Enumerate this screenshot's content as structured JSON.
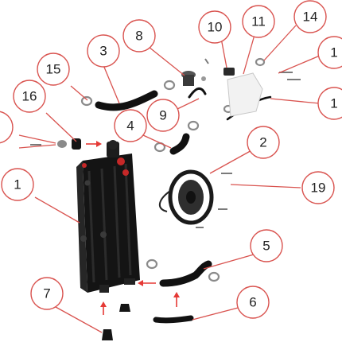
{
  "diagram": {
    "callouts": [
      {
        "id": "c1",
        "label": "1"
      },
      {
        "id": "c2",
        "label": "2"
      },
      {
        "id": "c3",
        "label": "3"
      },
      {
        "id": "c4",
        "label": "4"
      },
      {
        "id": "c5",
        "label": "5"
      },
      {
        "id": "c6",
        "label": "6"
      },
      {
        "id": "c7",
        "label": "7"
      },
      {
        "id": "c8",
        "label": "8"
      },
      {
        "id": "c9",
        "label": "9"
      },
      {
        "id": "c10",
        "label": "10"
      },
      {
        "id": "c11",
        "label": "11"
      },
      {
        "id": "c14",
        "label": "14"
      },
      {
        "id": "c15",
        "label": "15"
      },
      {
        "id": "c16",
        "label": "16"
      },
      {
        "id": "c19",
        "label": "19"
      },
      {
        "id": "c12",
        "label": "1"
      },
      {
        "id": "c13",
        "label": "1"
      }
    ],
    "colors": {
      "callout": "#d9534f",
      "arrow": "#e53935",
      "part_body": "#151515",
      "reservoir": "#f2f2f2",
      "cap_red": "#c62828"
    }
  }
}
